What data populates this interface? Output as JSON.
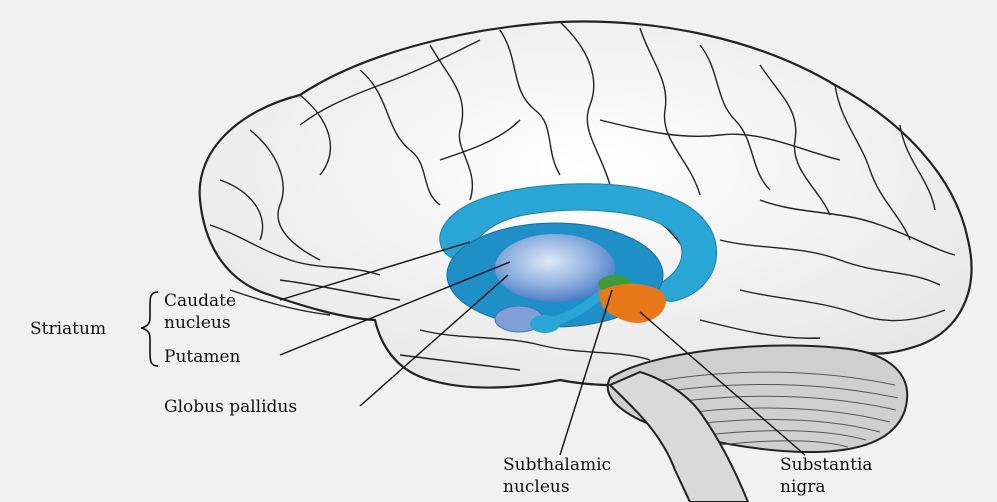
{
  "labels": {
    "striatum": "Striatum",
    "caudate_line1": "Caudate",
    "caudate_line2": "nucleus",
    "putamen": "Putamen",
    "globus_pallidus": "Globus pallidus",
    "subthalamic_line1": "Subthalamic",
    "subthalamic_line2": "nucleus",
    "substantia_line1": "Substantia",
    "substantia_line2": "nigra"
  },
  "colors": {
    "caudate": "#2aa6d6",
    "putamen": "#1f8fc8",
    "globus_pallidus": "#8fb0de",
    "subthalamic": "#3d9b3a",
    "substantia_nigra": "#e8781a"
  }
}
